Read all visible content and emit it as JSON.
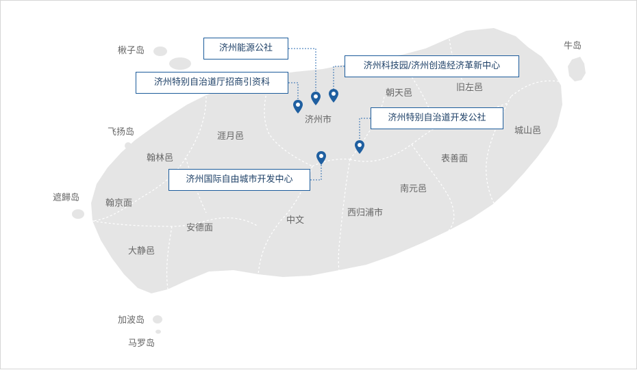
{
  "islands": {
    "biyangdo": "楸子岛",
    "udo": "牛岛",
    "feiyangdao": "飞扬岛",
    "chagwido": "遮歸岛",
    "gapado": "加波岛",
    "marado": "马罗岛"
  },
  "regions": {
    "jeju_city": "济州市",
    "aewol": "涯月邑",
    "hallim": "翰林邑",
    "hangyeong": "翰京面",
    "andeok": "安德面",
    "daejeong": "大静邑",
    "jungmun": "中文",
    "seogwipo": "西归浦市",
    "namwon": "南元邑",
    "pyoseon": "表善面",
    "seongsan": "城山邑",
    "jocheon": "朝天邑",
    "gujwa": "旧左邑"
  },
  "callouts": {
    "energy": "济州能源公社",
    "science_park": "济州科技园/济州创造经济革新中心",
    "investment": "济州特别自治道厅招商引资科",
    "development": "济州特别自治道开发公社",
    "free_city": "济州国际自由城市开发中心"
  },
  "colors": {
    "land": "#e5e5e5",
    "boundary": "#ffffff",
    "pin": "#1f5fa0",
    "leader": "#2a6bb0",
    "callout_border": "#1a5a9a",
    "callout_text": "#1c3f66",
    "place_text": "#666666"
  }
}
